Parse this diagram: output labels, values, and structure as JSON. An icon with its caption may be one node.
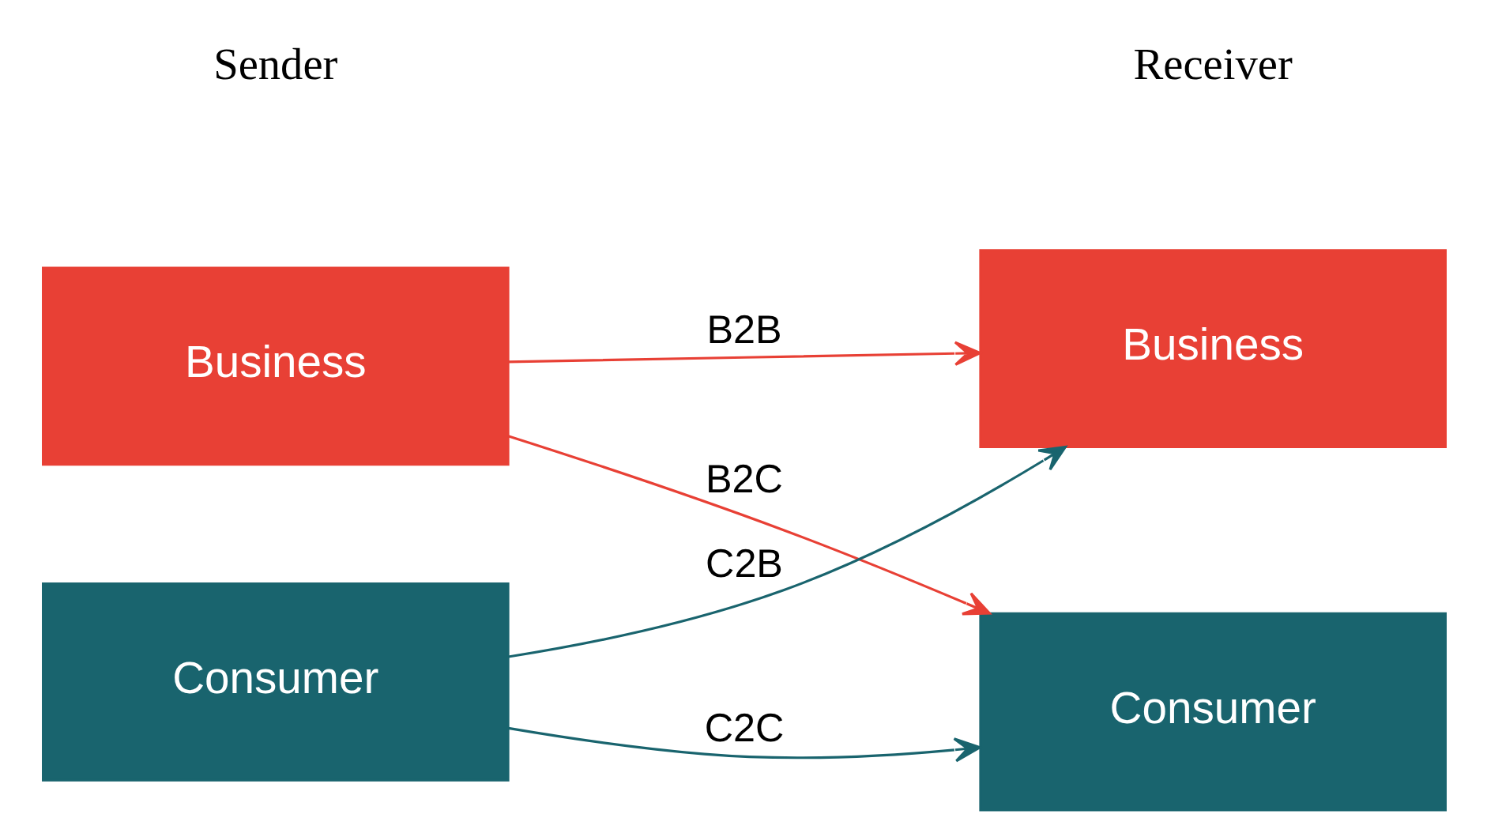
{
  "diagram": {
    "nodes": [
      {
        "text": [
          "Business"
        ]
      },
      {
        "text": [
          "Business"
        ]
      },
      {
        "text": [
          "Consumer"
        ]
      },
      {
        "text": [
          "Consumer"
        ]
      }
    ],
    "edges": [
      {
        "from": 0,
        "to": 1,
        "arrow": "to",
        "label": "B2B",
        "color": "#e84035"
      },
      {
        "from": 0,
        "to": 3,
        "arrow": "to",
        "label": "B2C",
        "color": "#e84035"
      },
      {
        "from": 2,
        "to": 1,
        "arrow": "to",
        "label": "C2B",
        "color": "#19646e"
      },
      {
        "from": 2,
        "to": 3,
        "arrow": "to",
        "label": "C2C",
        "color": "#19646e"
      }
    ],
    "labels": [
      "Sender",
      "Receiver"
    ]
  }
}
